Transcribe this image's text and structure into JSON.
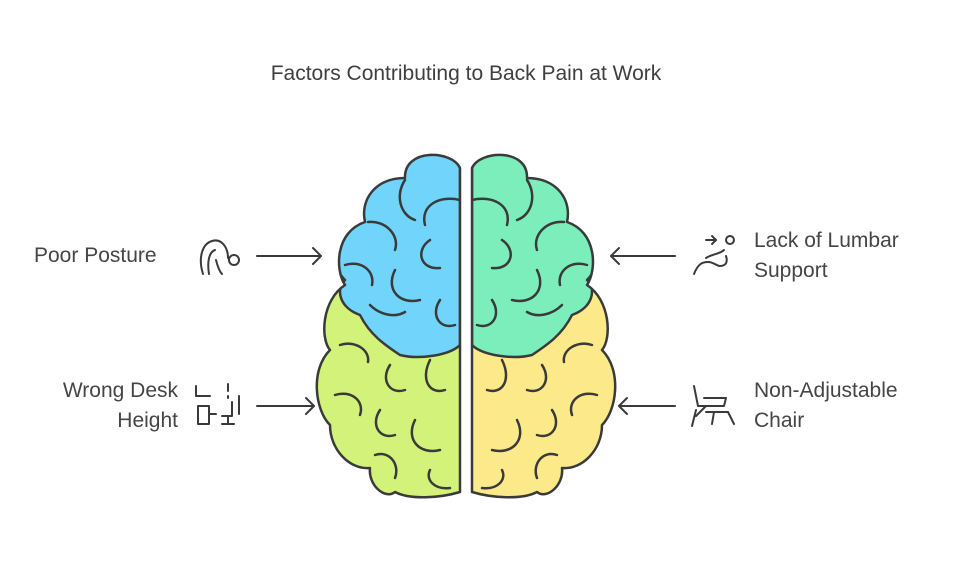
{
  "title": "Factors Contributing to Back Pain at Work",
  "factors": {
    "poor_posture": {
      "label": "Poor Posture",
      "icon": "bending-person-icon"
    },
    "wrong_desk_height": {
      "line1": "Wrong Desk",
      "line2": "Height",
      "icon": "desk-height-icon"
    },
    "lack_of_lumbar_support": {
      "line1": "Lack of Lumbar",
      "line2": "Support",
      "icon": "reclined-person-icon"
    },
    "non_adjustable_chair": {
      "line1": "Non-Adjustable",
      "line2": "Chair",
      "icon": "chair-icon"
    }
  },
  "colors": {
    "top_left_lobe": "#70d4fb",
    "bottom_left_lobe": "#d2f27a",
    "top_right_lobe": "#7beebb",
    "bottom_right_lobe": "#fbe98a",
    "outline": "#3a3a3a"
  }
}
